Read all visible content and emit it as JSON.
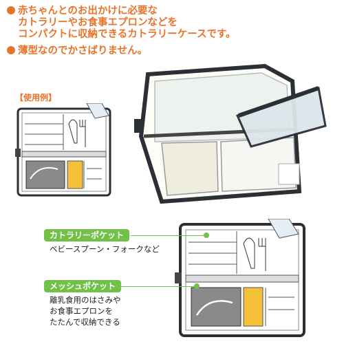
{
  "intro": {
    "lines": [
      "赤ちゃんとのお出かけに必要な",
      "カトラリーやお食事エプロンなどを",
      "コンパクトに収納できるカトラリーケースです。",
      "薄型なのでかさばりません。"
    ]
  },
  "example_label": "【使用例】",
  "callouts": {
    "cutlery": {
      "label": "カトラリーポケット",
      "desc": "ベビースプーン・フォークなど"
    },
    "mesh": {
      "label": "メッシュポケット",
      "desc_lines": [
        "離乳食用のはさみや",
        "お食事エプロンを",
        "たたんで収納できる"
      ]
    }
  },
  "colors": {
    "accent_orange": "#e8742a",
    "tag_green": "#73c049",
    "case_frame": "#2b2f36",
    "mesh": "#8a8a8a",
    "clear_panel": "#eef2ee"
  }
}
